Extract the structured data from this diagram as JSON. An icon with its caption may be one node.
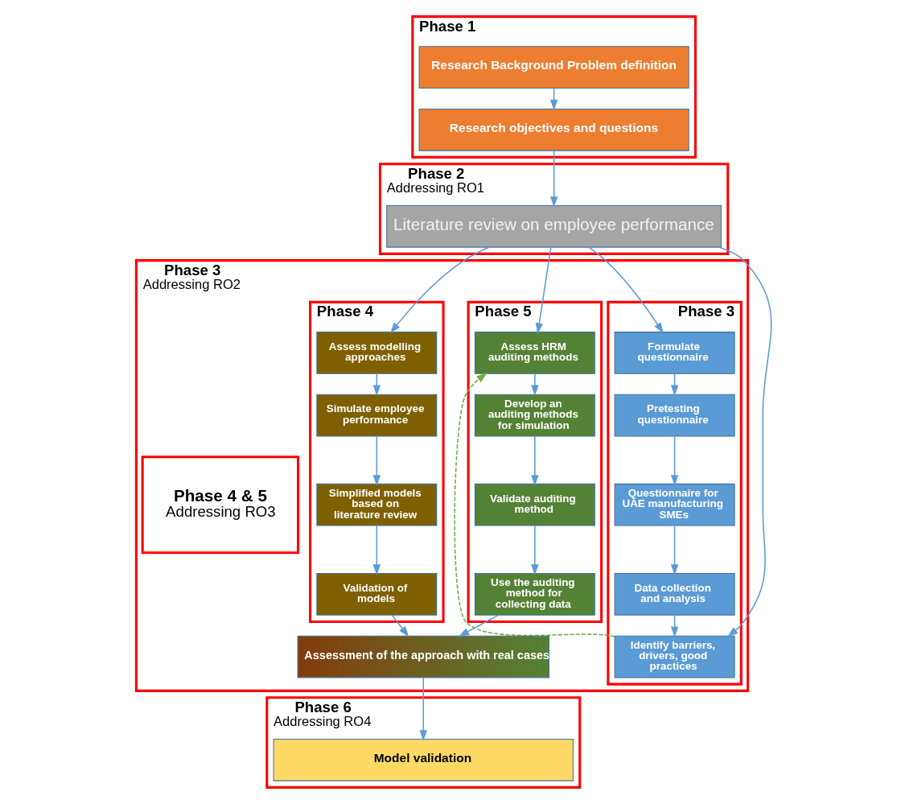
{
  "diagram": {
    "nodes": [
      {
        "text": [
          "Phase 1"
        ]
      },
      {
        "text": [
          "Research Background Problem definition"
        ],
        "in": 0
      },
      {
        "text": [
          "Research objectives and questions"
        ],
        "in": 0
      },
      {
        "text": [
          "Phase 2",
          "Addressing RO1"
        ]
      },
      {
        "text": [
          "Literature review on employee performance"
        ],
        "in": 3
      },
      {
        "text": [
          "Phase 3",
          "Addressing RO2"
        ]
      },
      {
        "text": [
          "Phase 4 & 5",
          "Addressing RO3"
        ],
        "in": 5
      },
      {
        "text": [
          "Phase 3"
        ],
        "in": 5
      },
      {
        "text": [
          "Formulate questionnaire"
        ],
        "in": 7
      },
      {
        "text": [
          "Pretesting questionnaire"
        ],
        "in": 7
      },
      {
        "text": [
          "Questionnaire for UAE manufacturing SMEs"
        ],
        "in": 7
      },
      {
        "text": [
          "Data collection and analysis"
        ],
        "in": 7
      },
      {
        "text": [
          "Identify barriers, drivers, good practices"
        ],
        "in": 7
      },
      {
        "text": [
          "Phase 4"
        ],
        "in": 5
      },
      {
        "text": [
          "Assess modelling approaches"
        ],
        "in": 13
      },
      {
        "text": [
          "Simulate employee performance"
        ],
        "in": 13
      },
      {
        "text": [
          "Simplified models based on literature review"
        ],
        "in": 13
      },
      {
        "text": [
          "Validation of models"
        ],
        "in": 13
      },
      {
        "text": [
          "Phase 5"
        ],
        "in": 5
      },
      {
        "text": [
          "Assess HRM auditing methods"
        ],
        "in": 18
      },
      {
        "text": [
          "Develop an auditing methods for simulation"
        ],
        "in": 18
      },
      {
        "text": [
          "Validate auditing method"
        ],
        "in": 18
      },
      {
        "text": [
          "Use the auditing method for collecting data"
        ],
        "in": 18
      },
      {
        "text": [
          "Assessment of the approach with real cases"
        ],
        "in": 5
      },
      {
        "text": [
          "Phase 6",
          "Addressing RO4"
        ]
      },
      {
        "text": [
          "Model validation"
        ],
        "in": 24
      }
    ],
    "edges": [
      {
        "from": 1,
        "to": 2,
        "arrow": "to"
      },
      {
        "from": 2,
        "to": 4,
        "arrow": "to"
      },
      {
        "from": 4,
        "to": 8,
        "arrow": "to"
      },
      {
        "from": 4,
        "to": 14,
        "arrow": "to"
      },
      {
        "from": 4,
        "to": 19,
        "arrow": "to"
      },
      {
        "from": 4,
        "to": 12,
        "arrow": "to"
      },
      {
        "from": 8,
        "to": 9,
        "arrow": "to"
      },
      {
        "from": 9,
        "to": 10,
        "arrow": "to"
      },
      {
        "from": 10,
        "to": 11,
        "arrow": "to"
      },
      {
        "from": 11,
        "to": 12,
        "arrow": "to"
      },
      {
        "from": 14,
        "to": 15,
        "arrow": "to"
      },
      {
        "from": 15,
        "to": 16,
        "arrow": "to"
      },
      {
        "from": 16,
        "to": 17,
        "arrow": "to"
      },
      {
        "from": 17,
        "to": 23,
        "arrow": "to"
      },
      {
        "from": 19,
        "to": 20,
        "arrow": "to"
      },
      {
        "from": 20,
        "to": 21,
        "arrow": "to"
      },
      {
        "from": 21,
        "to": 22,
        "arrow": "to"
      },
      {
        "from": 22,
        "to": 23,
        "arrow": "to"
      },
      {
        "from": 23,
        "to": 25,
        "arrow": "to"
      },
      {
        "from": 12,
        "to": 19,
        "arrow": "to",
        "style": "dashed",
        "color": "#70ad47"
      }
    ]
  }
}
